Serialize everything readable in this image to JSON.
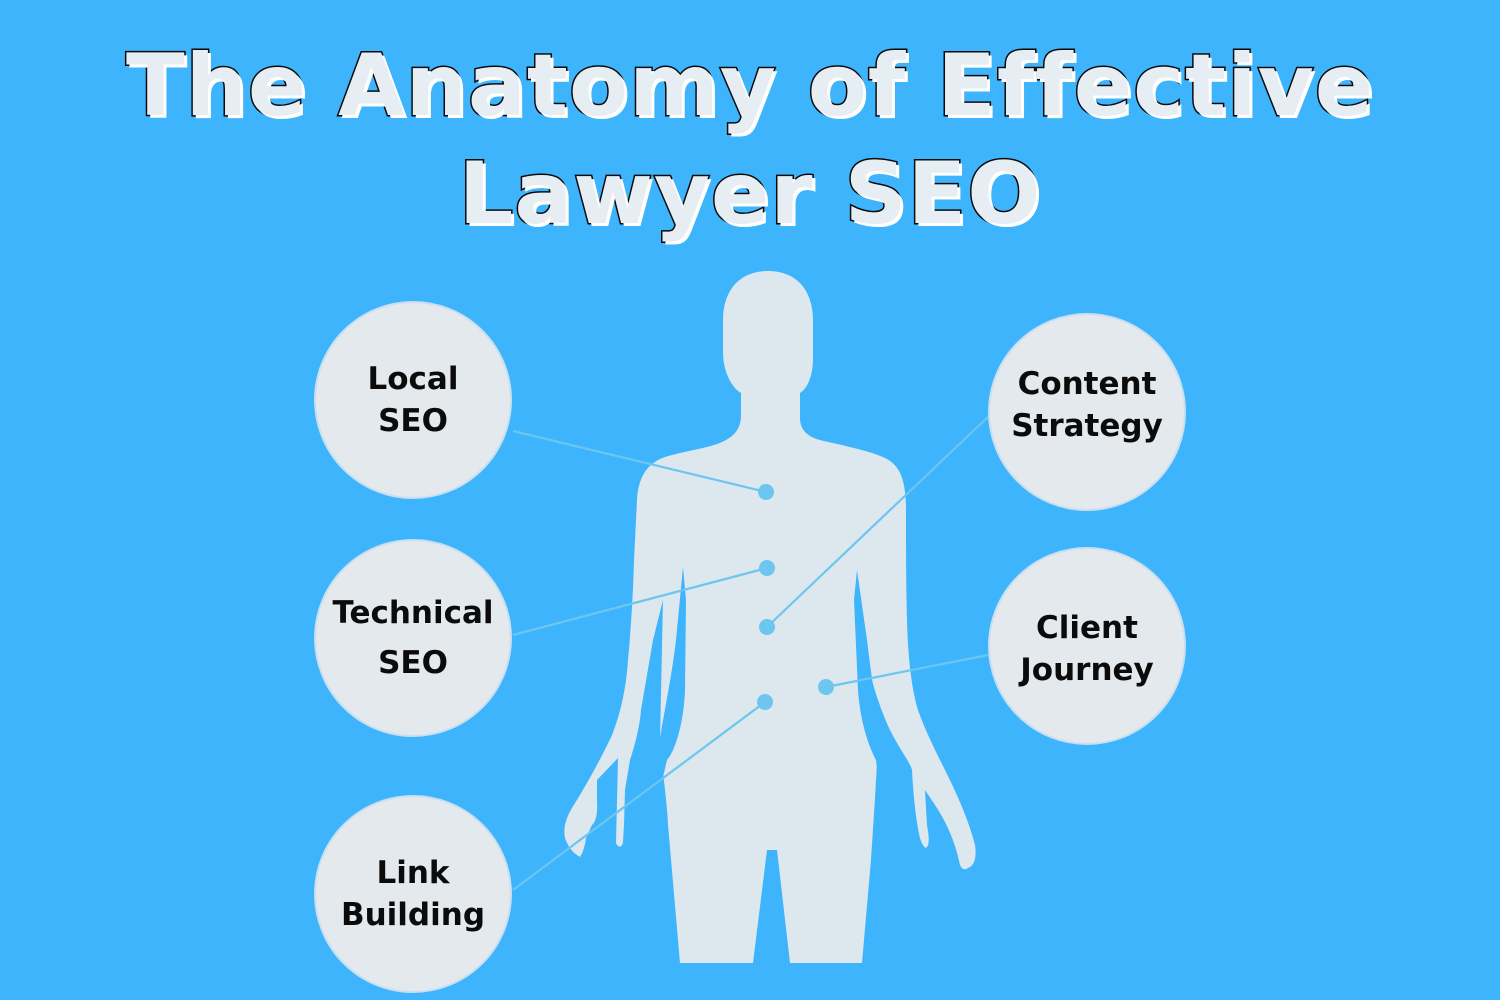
{
  "title": {
    "line1": "The Anatomy of Effective",
    "line2": "Lawyer SEO"
  },
  "colors": {
    "background": "#3db4fc",
    "silhouette": "#dde7ee",
    "bubble_fill": "#e3e9ed",
    "connector": "#6cc6ef",
    "text": "#0b0b0b"
  },
  "bubbles": [
    {
      "id": "local-seo",
      "line1": "Local",
      "line2": "SEO",
      "side": "left"
    },
    {
      "id": "technical-seo",
      "line1": "Technical",
      "line2": "SEO",
      "side": "left"
    },
    {
      "id": "link-building",
      "line1": "Link",
      "line2": "Building",
      "side": "left"
    },
    {
      "id": "content-strategy",
      "line1": "Content",
      "line2": "Strategy",
      "side": "right"
    },
    {
      "id": "client-journey",
      "line1": "Client",
      "line2": "Journey",
      "side": "right"
    }
  ]
}
